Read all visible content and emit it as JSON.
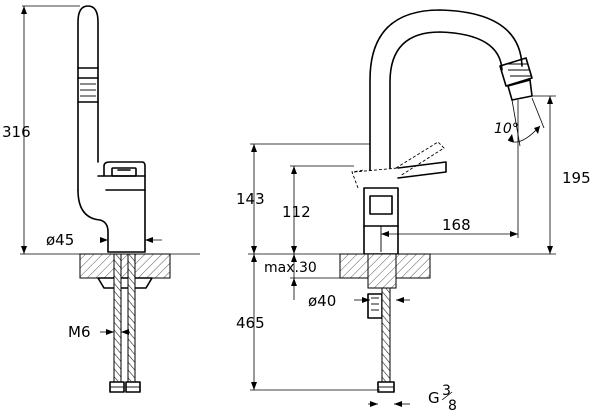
{
  "side_view": {
    "height_label": "316",
    "diameter_label": "ø45",
    "thread_label": "M6"
  },
  "front_view": {
    "total_height_label": "143",
    "body_height_label": "112",
    "reach_label": "168",
    "spout_height_label": "195",
    "angle_label": "10°",
    "max_deck_label": "max.30",
    "hole_label": "ø40",
    "hose_length_label": "465",
    "connection_label": "G",
    "connection_numerator": "3",
    "connection_denominator": "8"
  }
}
